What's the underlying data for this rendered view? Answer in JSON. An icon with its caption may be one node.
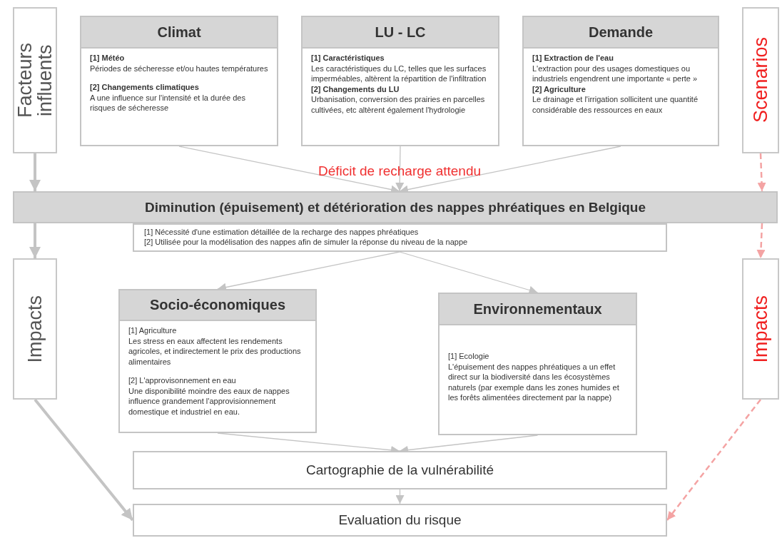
{
  "diagram": {
    "nodes": [
      {
        "text": [
          "Facteurs influents"
        ]
      },
      {
        "text": [
          "Climat",
          "[1] Météo",
          "Périodes de sécheresse et/ou hautes températures",
          "[2] Changements  climatiques",
          "A une influence  sur l'intensité et la durée des risques de sécheresse"
        ]
      },
      {
        "text": [
          "LU - LC",
          "[1] Caractéristiques",
          "Les caractéristiques du LC, telles que les surfaces imperméables,  altèrent  la répartition de l'infiltration",
          "[2] Changements  du LU",
          "Urbanisation, conversion des prairies en parcelles cultivées, etc altèrent également  l'hydrologie"
        ]
      },
      {
        "text": [
          "Demande",
          "[1] Extraction de l'eau",
          "L'extraction pour des usages domestiques ou industriels engendrent une importante « perte »",
          "[2] Agriculture",
          "Le drainage et l'irrigation sollicitent une quantité considérable des ressources en eaux"
        ]
      },
      {
        "text": [
          "Scenarios"
        ]
      },
      {
        "text": [
          "Diminution (épuisement) et détérioration des nappes phréatiques en Belgique"
        ]
      },
      {
        "text": [
          "[1] Nécessité d'une estimation détaillée de la recharge des nappes phréatiques",
          "[2] Utilisée pour la modélisation des nappes afin de simuler la réponse du niveau de la nappe"
        ]
      },
      {
        "text": [
          "Impacts"
        ]
      },
      {
        "text": [
          "Socio-économiques",
          "[1] Agriculture",
          "Les stress en eaux affectent les rendements agricoles, et indirectement le prix des productions alimentaires",
          "[2] L'approvisonnement  en eau",
          "Une disponibilité moindre des eaux de nappes influence grandement  l'approvisionnement domestique et industriel en eau."
        ]
      },
      {
        "text": [
          "Environnementaux",
          "[1] Ecologie",
          "L'épuisement  des nappes phréatiques a un effet direct sur la biodiversité dans les écosystèmes naturels (par exemple  dans les zones humides  et les forêts alimentées directement par la nappe)"
        ]
      },
      {
        "text": [
          "Impacts"
        ]
      },
      {
        "text": [
          "Cartographie de la vulnérabilité"
        ]
      },
      {
        "text": [
          "Evaluation du risque"
        ]
      }
    ],
    "edges": [
      {
        "from": 0,
        "to": 5,
        "arrow": "to",
        "style": "thick"
      },
      {
        "from": 1,
        "to": 5,
        "arrow": "to"
      },
      {
        "from": 2,
        "to": 5,
        "arrow": "to"
      },
      {
        "from": 3,
        "to": 5,
        "arrow": "to"
      },
      {
        "from": 4,
        "to": 5,
        "arrow": "to",
        "style": "dashed",
        "color": "#f4a3a3"
      },
      {
        "from": 5,
        "to": 7,
        "arrow": "to",
        "style": "thick"
      },
      {
        "from": 5,
        "to": 10,
        "arrow": "to",
        "style": "dashed",
        "color": "#f4a3a3"
      },
      {
        "from": 6,
        "to": 8,
        "arrow": "to"
      },
      {
        "from": 6,
        "to": 9,
        "arrow": "to"
      },
      {
        "from": 8,
        "to": 11,
        "arrow": "to"
      },
      {
        "from": 9,
        "to": 11,
        "arrow": "to"
      },
      {
        "from": 11,
        "to": 12,
        "arrow": "to"
      },
      {
        "from": 7,
        "to": 12,
        "arrow": "to",
        "style": "thick"
      },
      {
        "from": 10,
        "to": 12,
        "arrow": "to",
        "style": "dashed",
        "color": "#f4a3a3"
      }
    ],
    "labels": [
      "Déficit de recharge attendu"
    ]
  }
}
